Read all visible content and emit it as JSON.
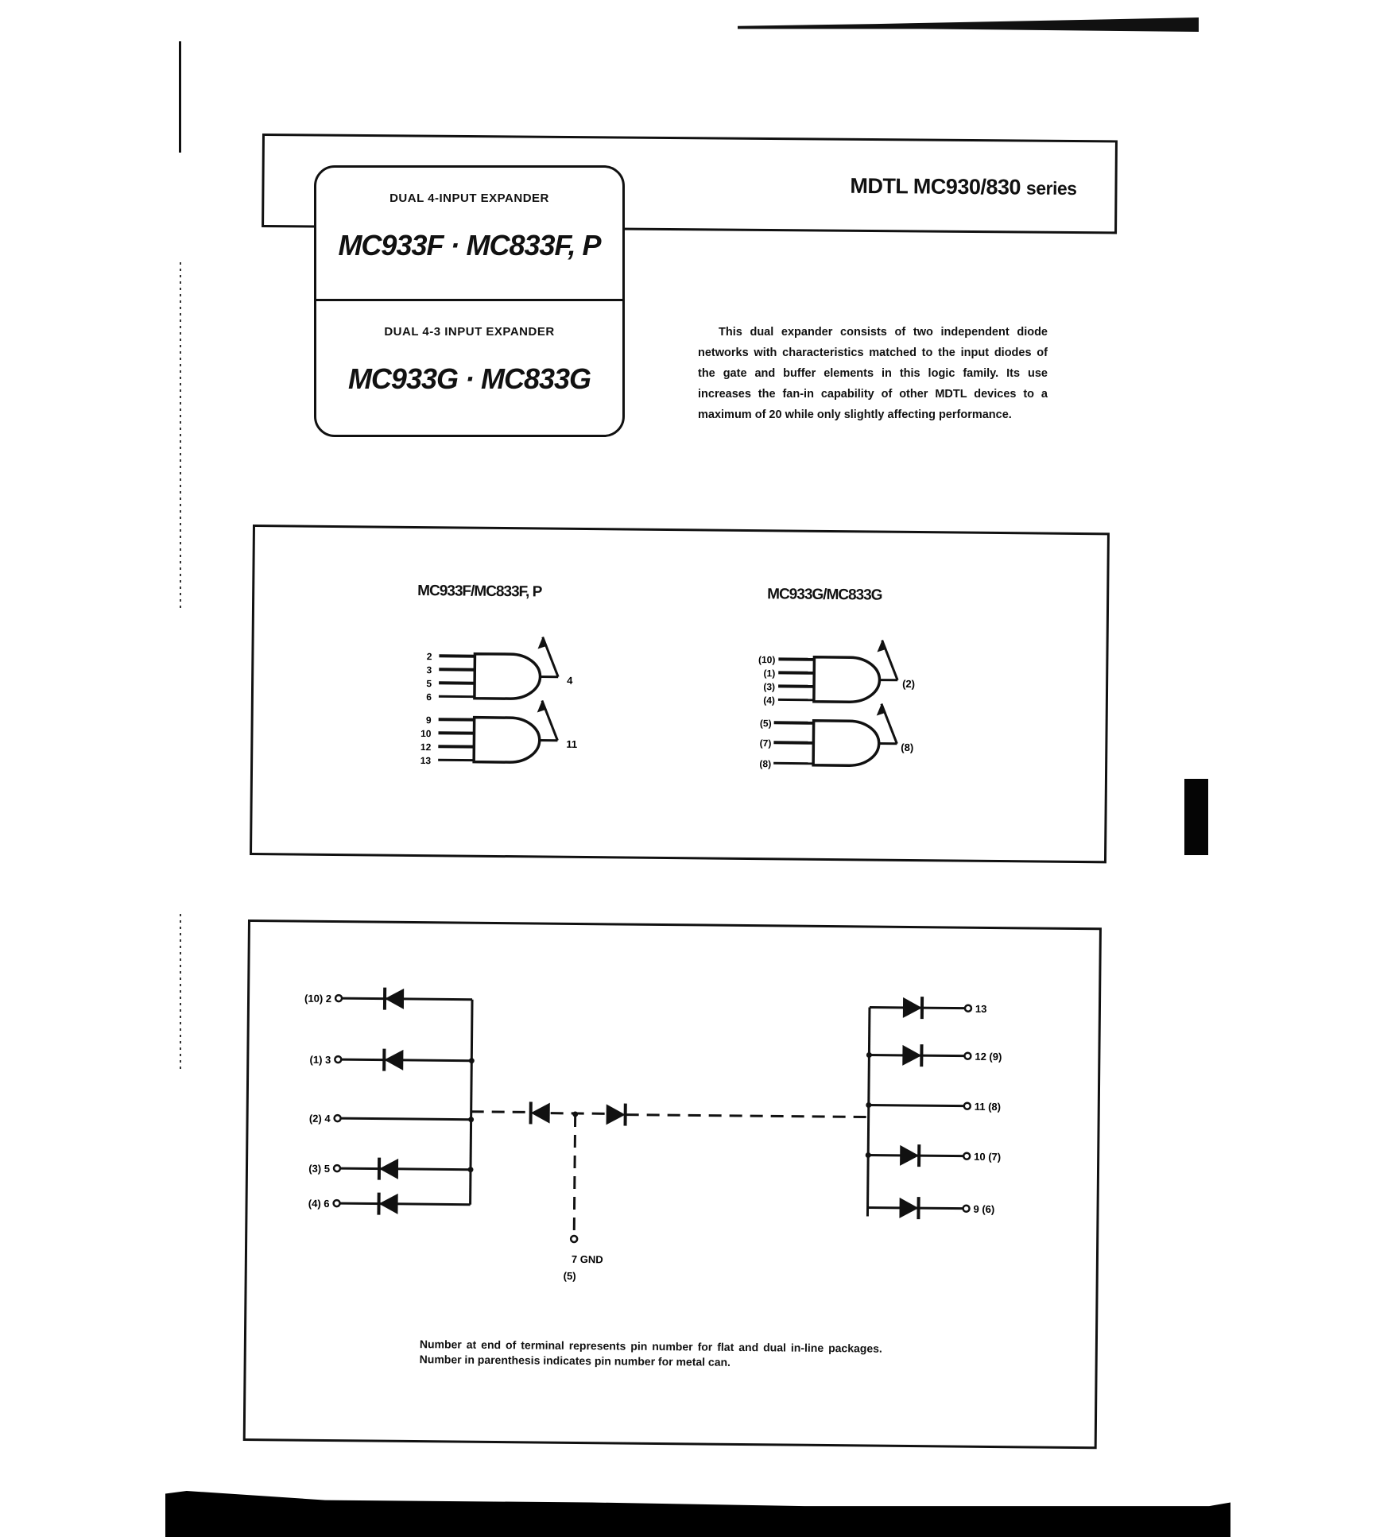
{
  "header": {
    "series_prefix": "MDTL MC930/830",
    "series_suffix": "series"
  },
  "title_card": {
    "sections": [
      {
        "subtitle": "DUAL 4-INPUT EXPANDER",
        "part_numbers": "MC933F · MC833F, P"
      },
      {
        "subtitle": "DUAL 4-3 INPUT EXPANDER",
        "part_numbers": "MC933G · MC833G"
      }
    ]
  },
  "description": "This dual expander consists of two independent diode networks with characteristics matched to the input diodes of the gate and buffer elements in this logic family. Its use increases the fan-in capability of other MDTL devices to a maximum of 20 while only slightly affecting performance.",
  "logic_diagrams": [
    {
      "label": "MC933F/MC833F, P",
      "gates": [
        {
          "inputs": [
            "2",
            "3",
            "5",
            "6"
          ],
          "output": "4"
        },
        {
          "inputs": [
            "9",
            "10",
            "12",
            "13"
          ],
          "output": "11"
        }
      ]
    },
    {
      "label": "MC933G/MC833G",
      "gates": [
        {
          "inputs": [
            "(10)",
            "(1)",
            "(3)",
            "(4)"
          ],
          "output": "(2)"
        },
        {
          "inputs": [
            "(5)",
            "(7)",
            "(8)"
          ],
          "output": "(8)"
        }
      ]
    }
  ],
  "circuit": {
    "left_terminals": [
      {
        "can_pin": "(10)",
        "pin": "2",
        "has_diode": true
      },
      {
        "can_pin": "(1)",
        "pin": "3",
        "has_diode": true
      },
      {
        "can_pin": "(2)",
        "pin": "4",
        "has_diode": false
      },
      {
        "can_pin": "(3)",
        "pin": "5",
        "has_diode": true
      },
      {
        "can_pin": "(4)",
        "pin": "6",
        "has_diode": true
      }
    ],
    "right_terminals": [
      {
        "pin": "13",
        "can_pin": "",
        "has_diode": true
      },
      {
        "pin": "12",
        "can_pin": "(9)",
        "has_diode": true
      },
      {
        "pin": "11",
        "can_pin": "(8)",
        "has_diode": false
      },
      {
        "pin": "10",
        "can_pin": "(7)",
        "has_diode": true
      },
      {
        "pin": "9",
        "can_pin": "(6)",
        "has_diode": true
      }
    ],
    "ground": {
      "label": "7 GND",
      "can_pin": "(5)"
    },
    "note": "Number at end of terminal represents pin number for flat and dual in-line packages. Number in parenthesis indicates pin number for metal can."
  }
}
